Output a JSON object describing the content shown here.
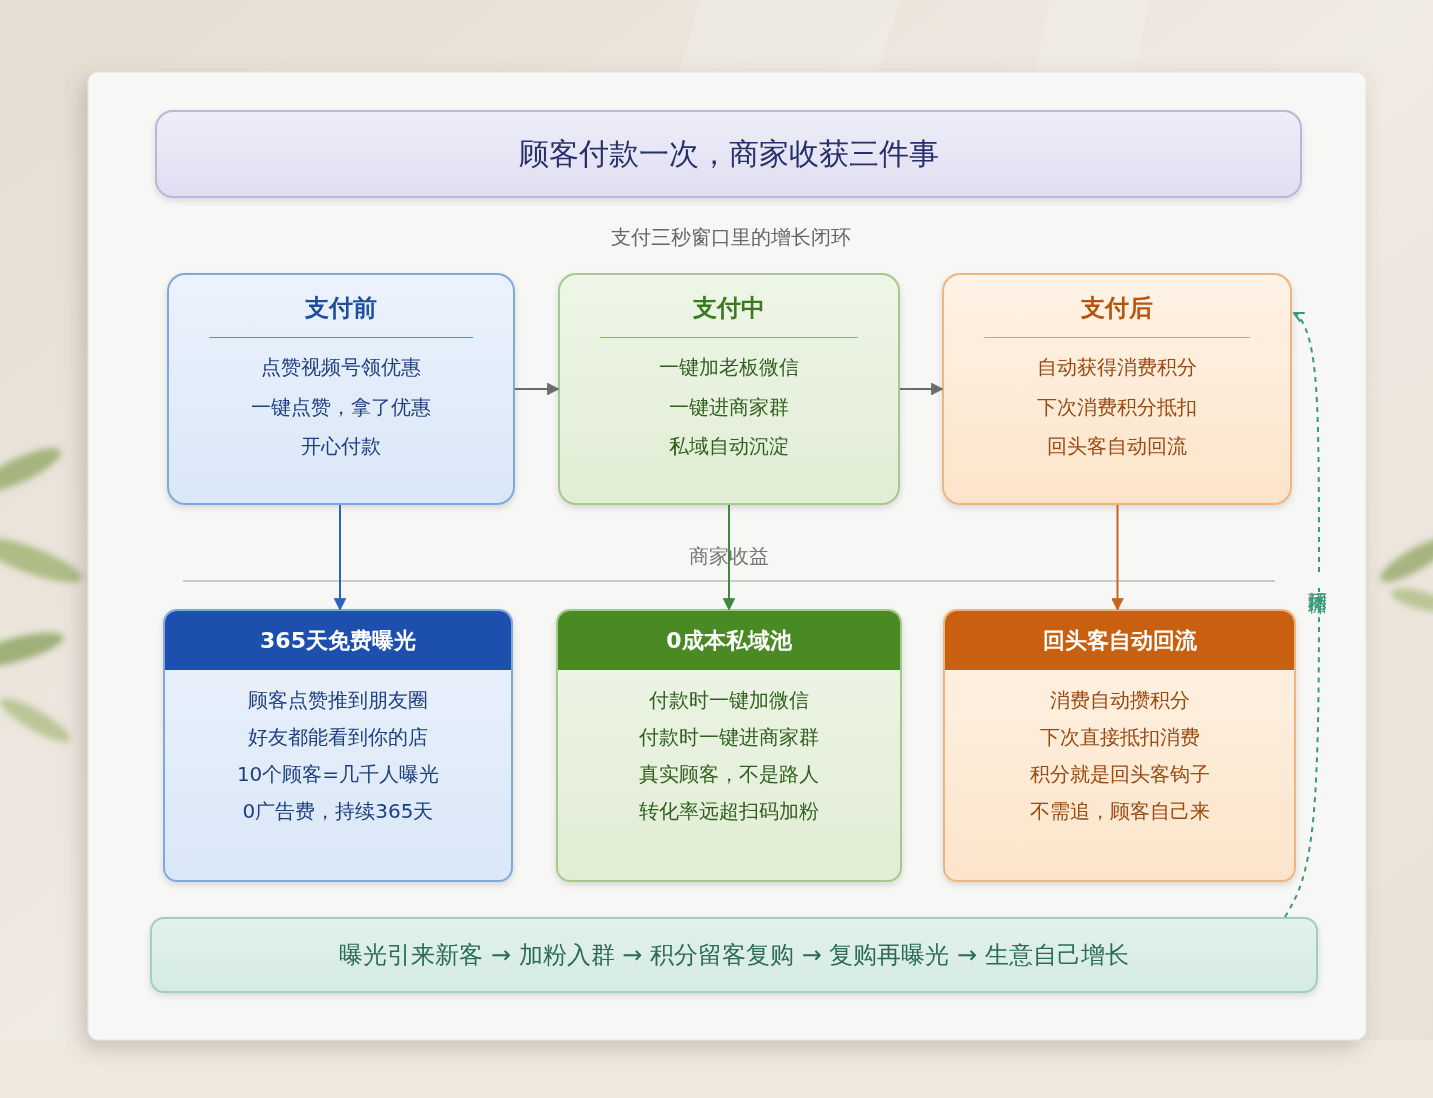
{
  "diagram": {
    "title": "顾客付款一次，商家收获三件事",
    "nodes": [
      {
        "text": [
          "支付前",
          "点赞视频号领优惠",
          "一键点赞，拿了优惠",
          "开心付款"
        ]
      },
      {
        "text": [
          "支付中",
          "一键加老板微信",
          "一键进商家群",
          "私域自动沉淀"
        ]
      },
      {
        "text": [
          "支付后",
          "自动获得消费积分",
          "下次消费积分抵扣",
          "回头客自动回流"
        ]
      },
      {
        "text": [
          "365天免费曝光",
          "顾客点赞推到朋友圈",
          "好友都能看到你的店",
          "10个顾客=几千人曝光",
          "0广告费，持续365天"
        ]
      },
      {
        "text": [
          "0成本私域池",
          "付款时一键加微信",
          "付款时一键进商家群",
          "真实顾客，不是路人",
          "转化率远超扫码加粉"
        ]
      },
      {
        "text": [
          "回头客自动回流",
          "消费自动攒积分",
          "下次直接抵扣消费",
          "积分就是回头客钩子",
          "不需追，顾客自己来"
        ]
      },
      {
        "text": [
          "曝光引来新客 → 加粉入群 → 积分留客复购 → 复购再曝光 → 生意自己增长"
        ]
      }
    ],
    "edges": [
      {
        "from": 0,
        "to": 1,
        "arrow": "to"
      },
      {
        "from": 1,
        "to": 2,
        "arrow": "to"
      },
      {
        "from": 0,
        "to": 3,
        "arrow": "to"
      },
      {
        "from": 1,
        "to": 4,
        "arrow": "to"
      },
      {
        "from": 2,
        "to": 5,
        "arrow": "to"
      },
      {
        "from": 6,
        "to": 2,
        "label": "闭环循环",
        "arrow": "to"
      }
    ],
    "labels": [
      "支付三秒窗口里的增长闭环",
      "商家收益"
    ]
  }
}
